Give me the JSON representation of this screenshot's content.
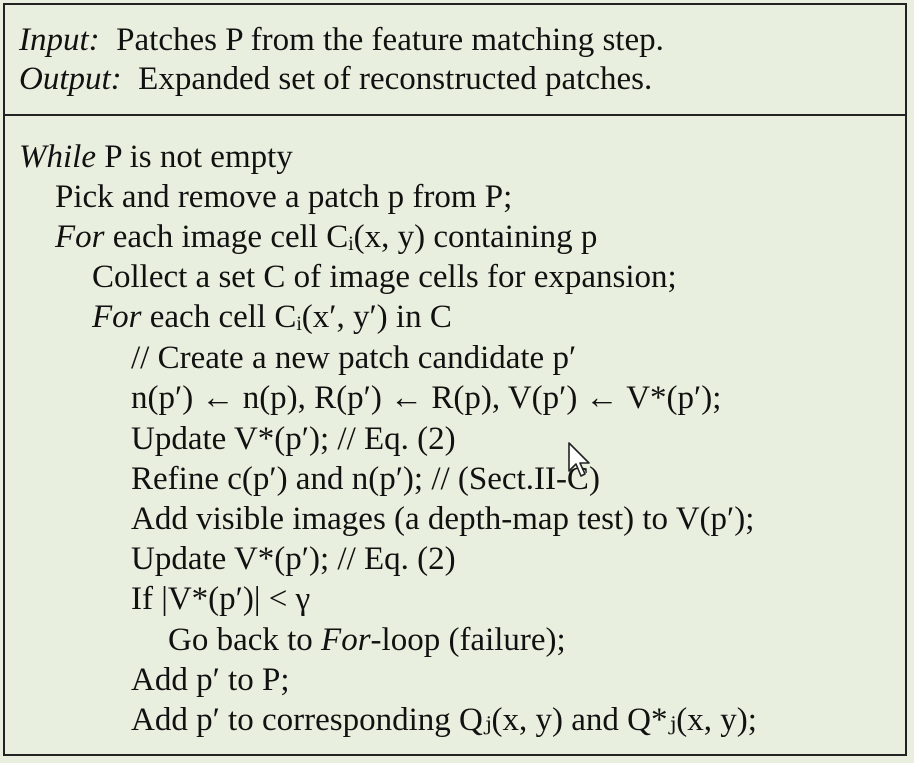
{
  "header": {
    "input_label": "Input:",
    "input_text": "Patches P from the feature matching step.",
    "output_label": "Output:",
    "output_text": "Expanded set of reconstructed patches."
  },
  "algorithm": {
    "line1_kw": "While",
    "line1_rest": " P is not empty",
    "line2": "Pick and remove a patch p from P;",
    "line3_kw": "For",
    "line3_rest": " each image cell Cᵢ(x, y) containing p",
    "line4": "Collect a set C of image cells for expansion;",
    "line5_kw": "For",
    "line5_rest": " each cell Cᵢ(x′, y′) in C",
    "line6": "// Create a new patch candidate p′",
    "line7": "n(p′) ← n(p),   R(p′) ← R(p),   V(p′) ← V*(p′);",
    "line8": "Update V*(p′); // Eq. (2)",
    "line9": "Refine c(p′) and n(p′); // (Sect.II-C)",
    "line10": "Add visible images (a depth-map test) to V(p′);",
    "line11": "Update V*(p′); // Eq. (2)",
    "line12": "If |V*(p′)| < γ",
    "line13_pre": "Go back to ",
    "line13_kw": "For",
    "line13_post": "-loop (failure);",
    "line14": "Add p′ to P;",
    "line15": "Add p′ to corresponding Qⱼ(x, y) and Q*ⱼ(x, y);"
  },
  "icons": {
    "cursor": "mouse-pointer-icon"
  }
}
